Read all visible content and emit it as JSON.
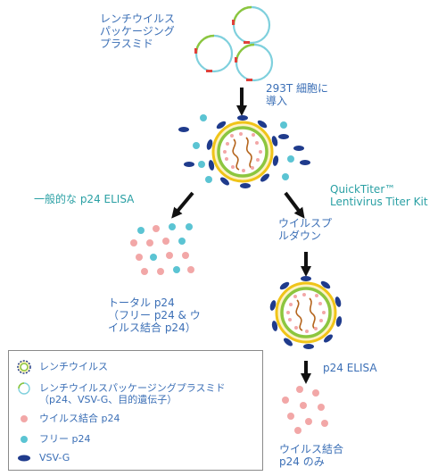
{
  "labels": {
    "plasmids": "レンチウイルス\nパッケージング\nプラスミド",
    "transfect": "293T 細胞に\n導入",
    "elisa_general": "一般的な p24 ELISA",
    "kit": "QuickTiter™\nLentivirus Titer Kit",
    "pulldown": "ウイルスプ\nルダウン",
    "total": "トータル p24\n（フリー p24 & ウ\nイルス結合 p24）",
    "p24_elisa": "p24 ELISA",
    "bound_only": "ウイルス結合\np24 のみ"
  },
  "legend": {
    "items": [
      {
        "icon": "lentivirus-icon",
        "text": "レンチウイルス"
      },
      {
        "icon": "plasmid-icon",
        "text": "レンチウイルスパッケージングプラスミド\n（p24、VSV-G、目的遺伝子）"
      },
      {
        "icon": "bound-p24-icon",
        "text": "ウイルス結合 p24"
      },
      {
        "icon": "free-p24-icon",
        "text": "フリー p24"
      },
      {
        "icon": "vsvg-icon",
        "text": "VSV-G"
      }
    ]
  },
  "colors": {
    "label_blue": "#3b6fb6",
    "label_teal": "#2aa0a4",
    "bound_p24": "#f2a7a7",
    "free_p24": "#5bc4d3",
    "vsvg": "#1f3b8c",
    "capsid_green": "#8cc63f",
    "envelope_yellow": "#f0c419",
    "rna_brown": "#b5651d",
    "plasmid_teal": "#7fd0dd"
  }
}
